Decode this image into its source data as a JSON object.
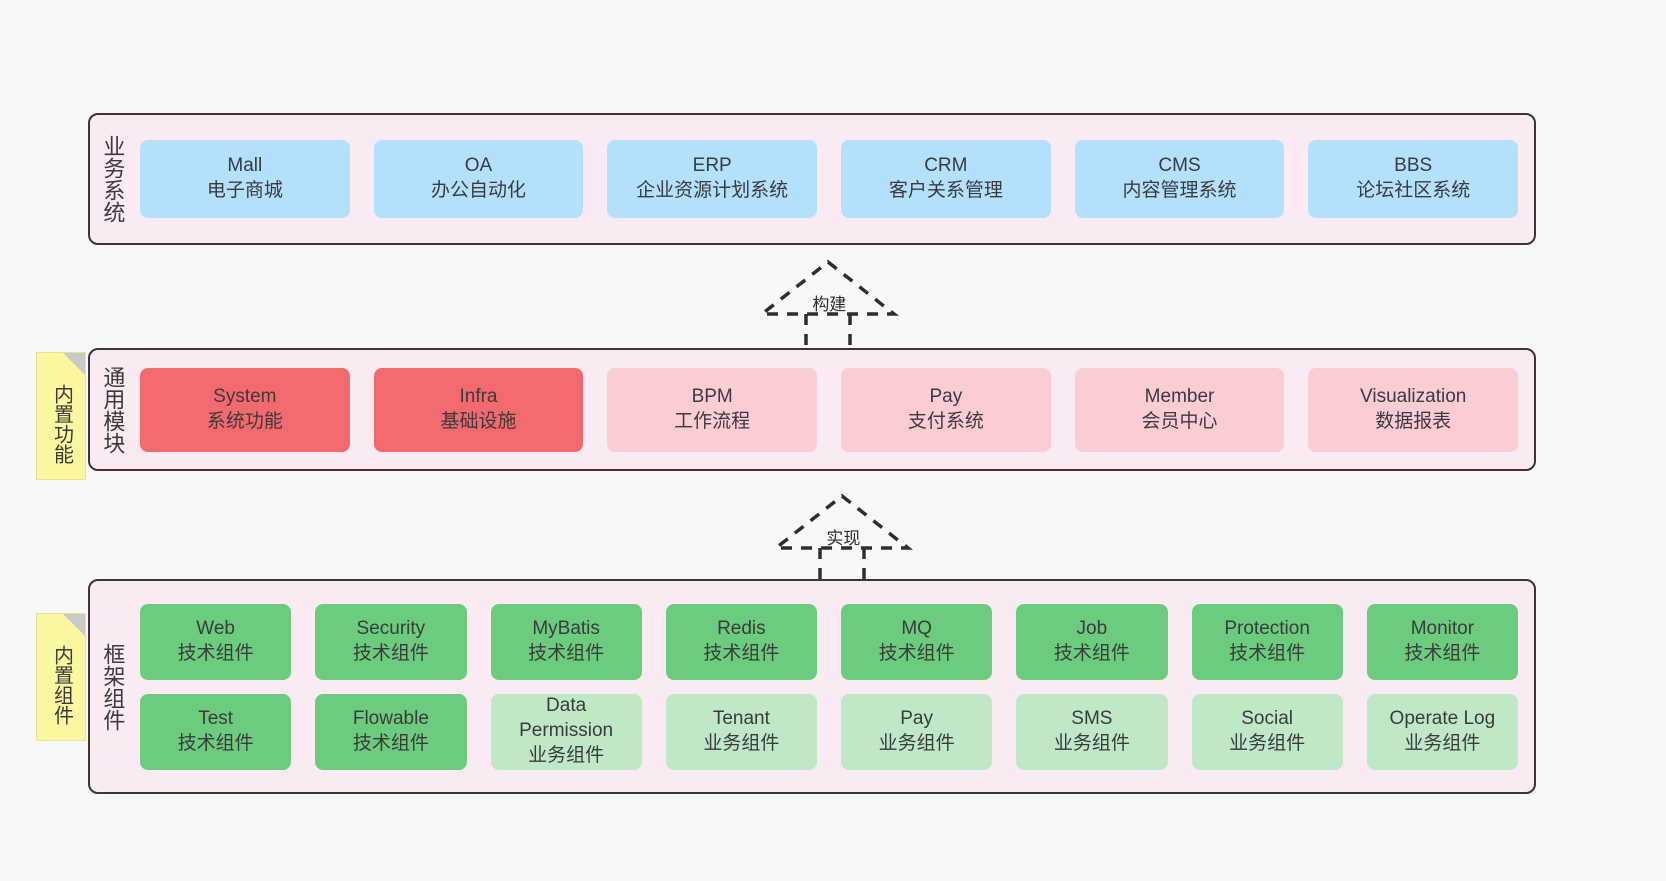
{
  "diagram": {
    "title": "yudao architecture layers",
    "background": "#f8f8f8",
    "colors": {
      "layer_bg": "#faeaf4",
      "layer_border": "#3d3535",
      "business_card": "#b3e0fc",
      "module_core": "#f2696e",
      "module_extra": "#fbccd4",
      "framework_tech": "#6ccc7e",
      "framework_biz": "#bfe8c6",
      "note_bg": "#fbf7a0",
      "note_fold": "#c9c9c9"
    }
  },
  "layers": {
    "business": {
      "title": "业务系统",
      "cards": [
        {
          "name": "Mall",
          "desc": "电子商城"
        },
        {
          "name": "OA",
          "desc": "办公自动化"
        },
        {
          "name": "ERP",
          "desc": "企业资源计划系统"
        },
        {
          "name": "CRM",
          "desc": "客户关系管理"
        },
        {
          "name": "CMS",
          "desc": "内容管理系统"
        },
        {
          "name": "BBS",
          "desc": "论坛社区系统"
        }
      ]
    },
    "modules": {
      "title": "通用模块",
      "note": "内置功能",
      "cards": [
        {
          "name": "System",
          "desc": "系统功能",
          "variant": "core"
        },
        {
          "name": "Infra",
          "desc": "基础设施",
          "variant": "core"
        },
        {
          "name": "BPM",
          "desc": "工作流程",
          "variant": "extra"
        },
        {
          "name": "Pay",
          "desc": "支付系统",
          "variant": "extra"
        },
        {
          "name": "Member",
          "desc": "会员中心",
          "variant": "extra"
        },
        {
          "name": "Visualization",
          "desc": "数据报表",
          "variant": "extra"
        }
      ]
    },
    "framework": {
      "title": "框架组件",
      "note": "内置组件",
      "row1": [
        {
          "name": "Web",
          "desc": "技术组件"
        },
        {
          "name": "Security",
          "desc": "技术组件"
        },
        {
          "name": "MyBatis",
          "desc": "技术组件"
        },
        {
          "name": "Redis",
          "desc": "技术组件"
        },
        {
          "name": "MQ",
          "desc": "技术组件"
        },
        {
          "name": "Job",
          "desc": "技术组件"
        },
        {
          "name": "Protection",
          "desc": "技术组件"
        },
        {
          "name": "Monitor",
          "desc": "技术组件"
        }
      ],
      "row2": [
        {
          "name": "Test",
          "desc": "技术组件",
          "variant": "tech"
        },
        {
          "name": "Flowable",
          "desc": "技术组件",
          "variant": "tech"
        },
        {
          "name": "Data Permission",
          "desc": "业务组件",
          "variant": "biz"
        },
        {
          "name": "Tenant",
          "desc": "业务组件",
          "variant": "biz"
        },
        {
          "name": "Pay",
          "desc": "业务组件",
          "variant": "biz"
        },
        {
          "name": "SMS",
          "desc": "业务组件",
          "variant": "biz"
        },
        {
          "name": "Social",
          "desc": "业务组件",
          "variant": "biz"
        },
        {
          "name": "Operate Log",
          "desc": "业务组件",
          "variant": "biz"
        }
      ]
    }
  },
  "connectors": [
    {
      "id": "build",
      "label": "构建"
    },
    {
      "id": "implement",
      "label": "实现"
    }
  ]
}
